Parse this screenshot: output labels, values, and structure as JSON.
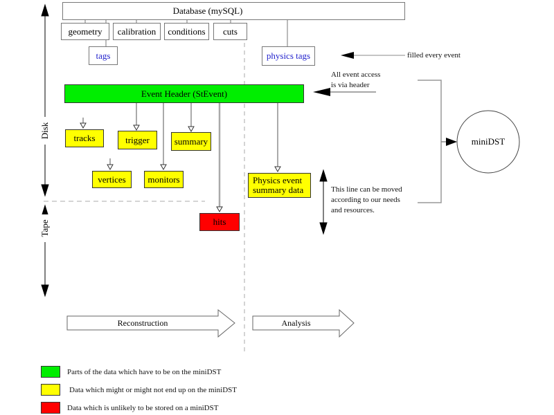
{
  "diagram": {
    "database": {
      "label": "Database (mySQL)"
    },
    "db_children": [
      {
        "label": "geometry"
      },
      {
        "label": "calibration"
      },
      {
        "label": "conditions"
      },
      {
        "label": "cuts"
      }
    ],
    "tags": {
      "label": "tags"
    },
    "physics_tags": {
      "label": "physics tags"
    },
    "event_header": {
      "label": "Event Header (StEvent)"
    },
    "components": [
      {
        "label": "tracks"
      },
      {
        "label": "trigger"
      },
      {
        "label": "summary"
      },
      {
        "label": "vertices"
      },
      {
        "label": "monitors"
      }
    ],
    "physics_event_box": {
      "line1": "Physics event",
      "line2": "summary data"
    },
    "hits": {
      "label": "hits"
    },
    "minidst": {
      "label": "miniDST"
    },
    "annotations": {
      "filled_every_event": "filled every event",
      "access_line1": "All event access",
      "access_line2": "is via header",
      "move_line1": "This line can be moved",
      "move_line2": "according to our needs",
      "move_line3": "and resources."
    },
    "axis": {
      "disk": "Disk",
      "tape": "Tape"
    },
    "phases": {
      "reconstruction": "Reconstruction",
      "analysis": "Analysis"
    },
    "legend": [
      {
        "color": "#00ee00",
        "label": "Parts of the data which have to be on the miniDST"
      },
      {
        "color": "#ffff00",
        "label": "Data which might or might not end up on the miniDST"
      },
      {
        "color": "#ff0000",
        "label": "Data which is unlikely to be stored on a miniDST"
      }
    ],
    "colors": {
      "green": "#00ee00",
      "yellow": "#ffff00",
      "red": "#ff0000",
      "blue_text": "#2222cc"
    }
  }
}
